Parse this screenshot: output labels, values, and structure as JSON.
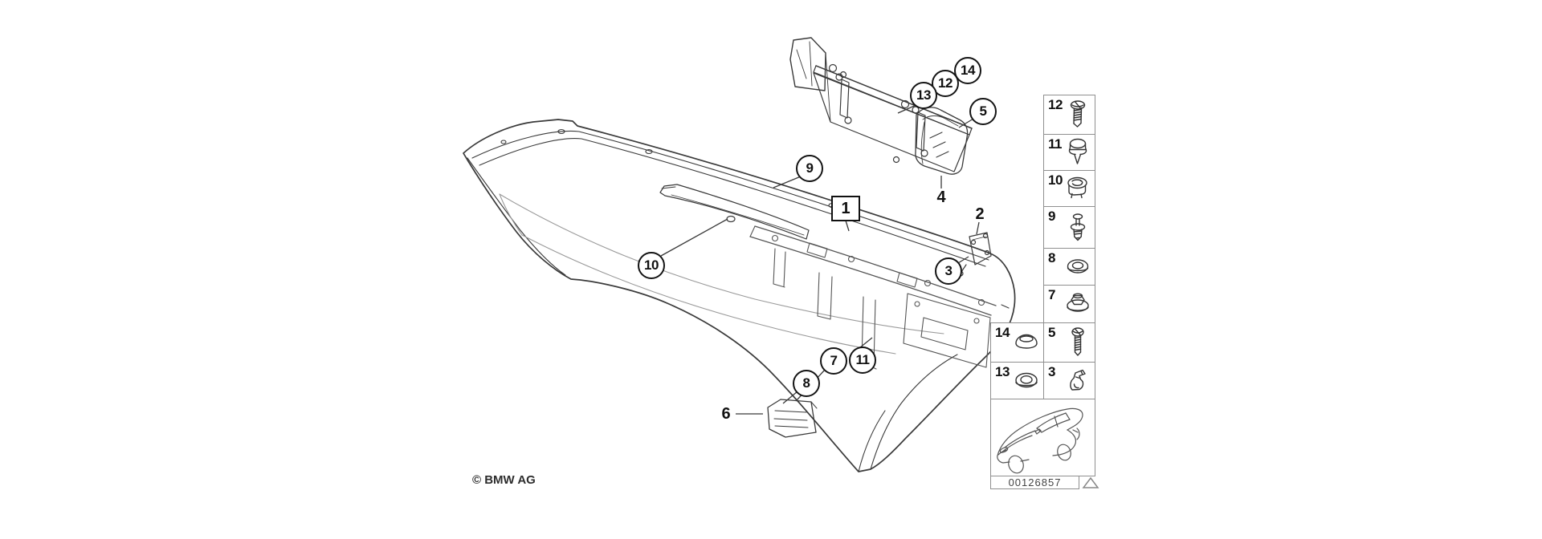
{
  "meta": {
    "copyright": "© BMW AG",
    "part_number": "00126857"
  },
  "colors": {
    "line": "#3a3a3a",
    "detail_line": "#6e6e6e",
    "light_line": "#9a9a9a",
    "callout_border": "#141414",
    "frame": "#8f8f8f"
  },
  "callouts": {
    "items": [
      {
        "id": "1",
        "style": "boxed"
      },
      {
        "id": "2",
        "style": "plain"
      },
      {
        "id": "3",
        "style": "circle"
      },
      {
        "id": "4",
        "style": "plain"
      },
      {
        "id": "5",
        "style": "circle"
      },
      {
        "id": "6",
        "style": "plain"
      },
      {
        "id": "7",
        "style": "circle"
      },
      {
        "id": "8",
        "style": "circle"
      },
      {
        "id": "9",
        "style": "circle"
      },
      {
        "id": "10",
        "style": "circle"
      },
      {
        "id": "11",
        "style": "circle"
      },
      {
        "id": "12",
        "style": "circle"
      },
      {
        "id": "13",
        "style": "circle"
      },
      {
        "id": "14",
        "style": "circle"
      }
    ]
  },
  "sidebar": {
    "items": [
      {
        "label": "12",
        "part": "countersunk-screw"
      },
      {
        "label": "11",
        "part": "expansion-rivet"
      },
      {
        "label": "10",
        "part": "clip-nut"
      },
      {
        "label": "9",
        "part": "blind-rivet"
      },
      {
        "label": "8",
        "part": "washer"
      },
      {
        "label": "7",
        "part": "flange-nut"
      },
      {
        "label": "14",
        "part": "cover-cap"
      },
      {
        "label": "5",
        "part": "tapping-screw"
      },
      {
        "label": "13",
        "part": "grommet-ring"
      },
      {
        "label": "3",
        "part": "retainer-clip"
      }
    ]
  }
}
